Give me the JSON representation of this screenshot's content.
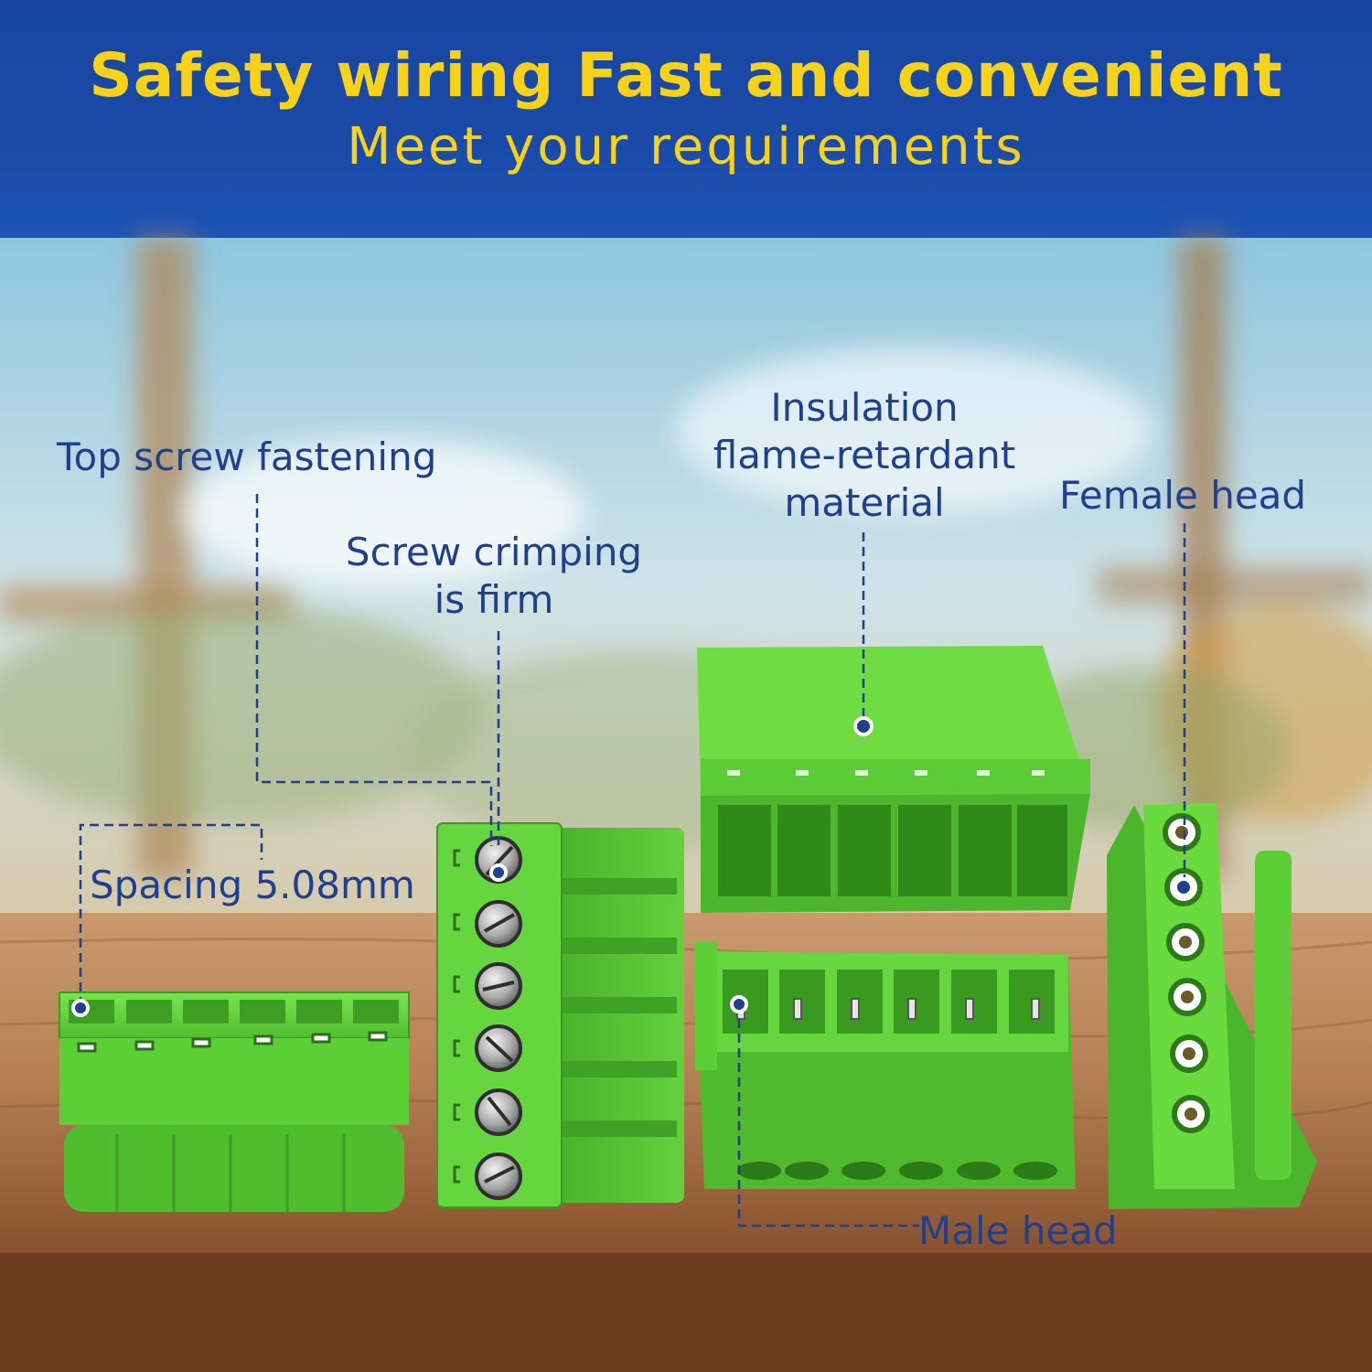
{
  "header": {
    "title": "Safety wiring Fast and convenient",
    "subtitle": "Meet your requirements"
  },
  "callouts": {
    "top_screw": "Top screw fastening",
    "screw_crimping_1": "Screw crimping",
    "screw_crimping_2": "is firm",
    "insulation_1": "Insulation",
    "insulation_2": "flame-retardant",
    "insulation_3": "material",
    "female_head": "Female head",
    "spacing": "Spacing 5.08mm",
    "male_head": "Male head"
  },
  "colors": {
    "banner": "#1a4aa8",
    "headline": "#f6d21a",
    "label": "#1f3f8f",
    "connector_green": "#5fd13a",
    "wood": "#b07a4e"
  }
}
